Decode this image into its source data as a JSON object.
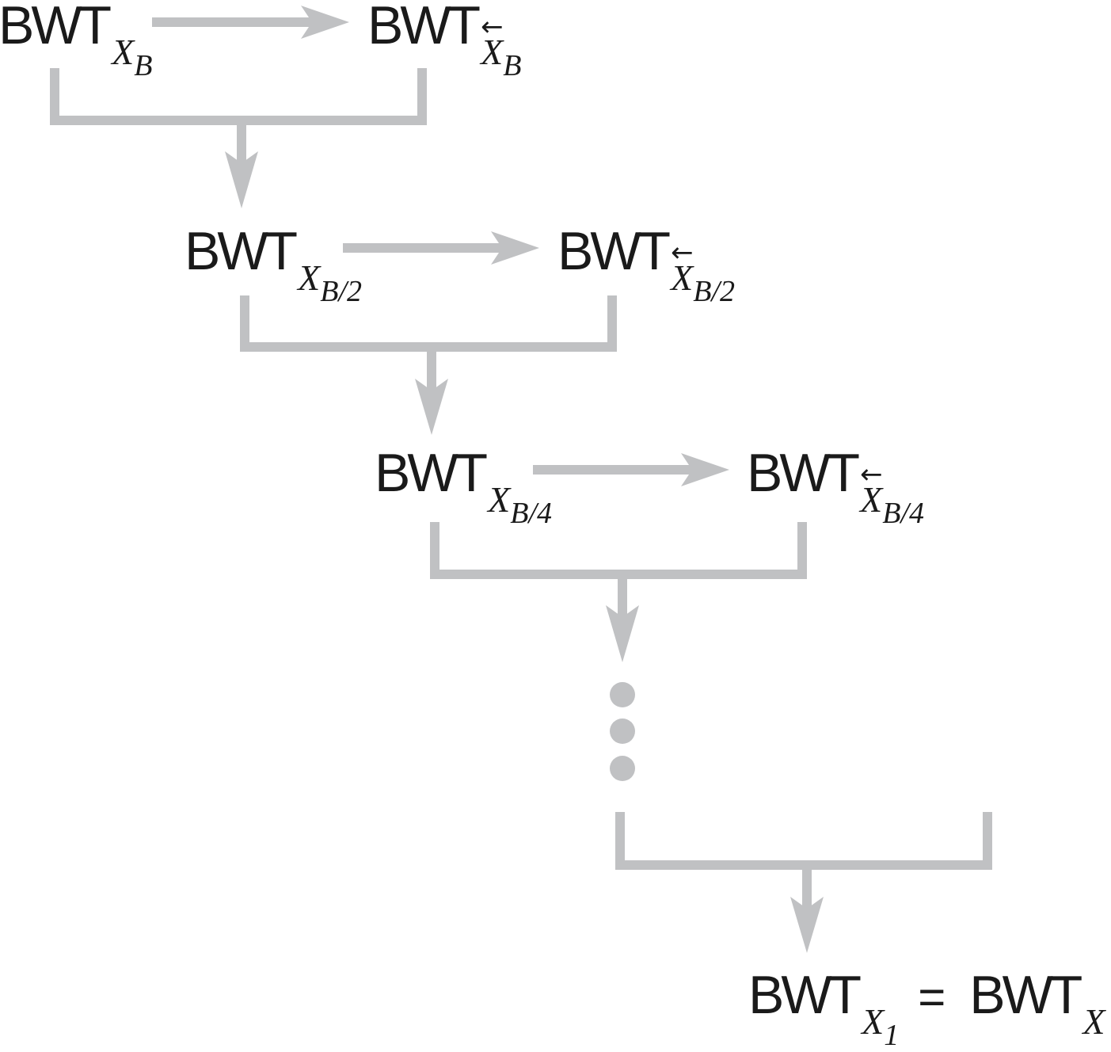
{
  "colors": {
    "connector": "#c0c1c3",
    "text": "#1a1a1a",
    "background": "#ffffff"
  },
  "labels": {
    "bwt": "BWT",
    "x": "X",
    "b": "B",
    "b2_div": "/2",
    "b4_div": "/4",
    "one": "1",
    "equals": "=",
    "reverse_arrow": "←"
  },
  "ellipsis_dots": 3
}
